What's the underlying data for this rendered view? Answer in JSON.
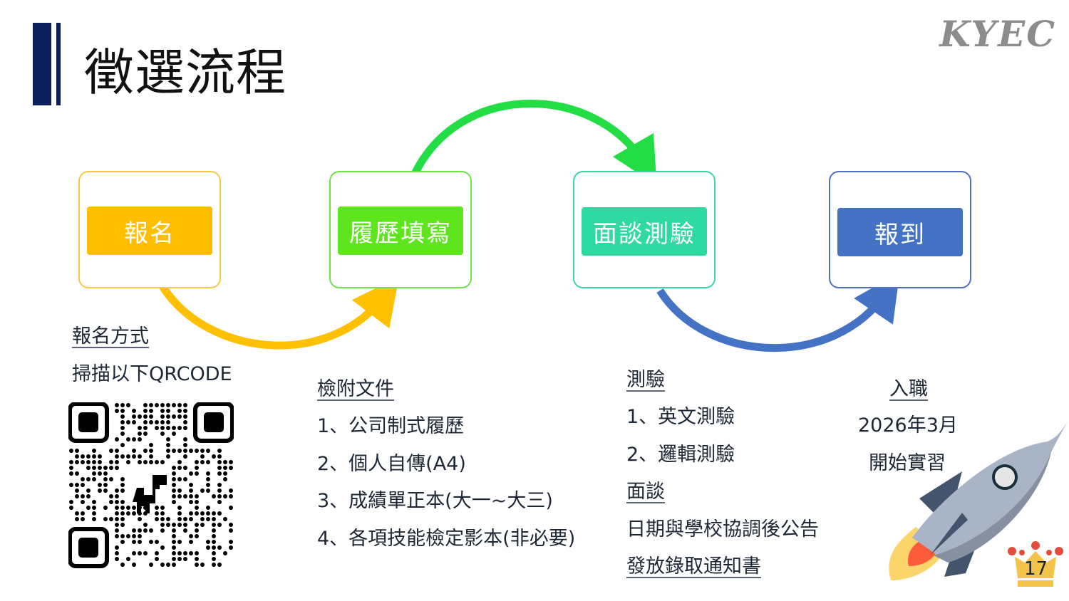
{
  "title": "徵選流程",
  "logo": "KYEC",
  "steps": [
    {
      "label": "報名",
      "color": "#ffbf00",
      "border": "#f7c948"
    },
    {
      "label": "履歷填寫",
      "color": "#5fe51e",
      "border": "#6ee34a"
    },
    {
      "label": "面談測驗",
      "color": "#2ed9a2",
      "border": "#39d6a8"
    },
    {
      "label": "報到",
      "color": "#4472c4",
      "border": "#4f70c0"
    }
  ],
  "arrow_colors": {
    "yellow": "#ffc000",
    "green": "#22dd44",
    "blue": "#4472c4"
  },
  "signup": {
    "heading": "報名方式",
    "text": "掃描以下QRCODE"
  },
  "docs": {
    "heading": "檢附文件",
    "items": [
      "1、公司制式履歷",
      "2、個人自傳(A4)",
      "3、成績單正本(大一~大三)",
      "4、各項技能檢定影本(非必要)"
    ]
  },
  "test": {
    "heading": "測驗",
    "items": [
      "1、英文測驗",
      "2、邏輯測驗"
    ],
    "interview_heading": "面談",
    "interview_text": "日期與學校協調後公告",
    "offer": "發放錄取通知書"
  },
  "onboard": {
    "heading": "入職",
    "date": "2026年3月",
    "text": "開始實習"
  },
  "page_number": "17"
}
